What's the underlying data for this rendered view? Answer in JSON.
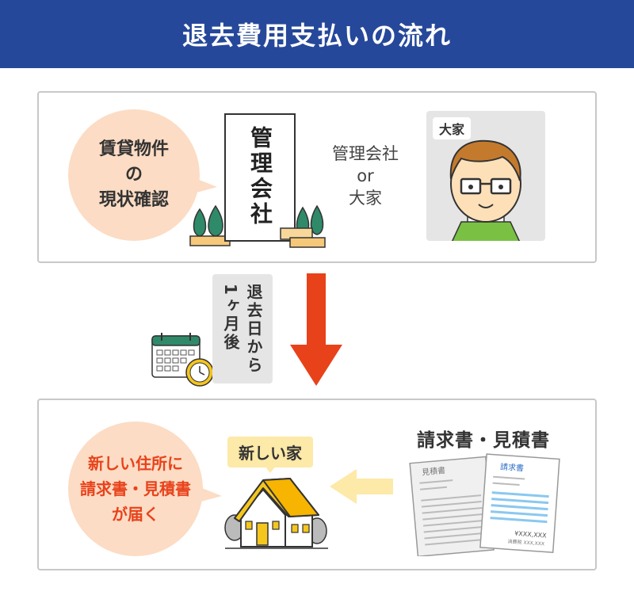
{
  "title": "退去費用支払いの流れ",
  "step1": {
    "bubble_lines": [
      "賃貸物件",
      "の",
      "現状確認"
    ],
    "sign_text": "管理会社",
    "party_lines": [
      "管理会社",
      "or",
      "大家"
    ],
    "landlord_label": "大家"
  },
  "timing": {
    "text": "退去日から1ヶ月後",
    "arrow_color": "#e8421b"
  },
  "step2": {
    "bubble_lines": [
      "新しい住所に",
      "請求書・見積書",
      "が届く"
    ],
    "new_home_label": "新しい家",
    "docs_label": "請求書・見積書",
    "doc1_title": "見積書",
    "doc2_title": "請求書",
    "doc2_amount": "¥XXX,XXX",
    "doc2_tax_label": "消費税",
    "doc2_tax_value": "XXX,XXX"
  },
  "colors": {
    "title_bg": "#26489a",
    "accent_red": "#e8421b",
    "bubble_bg": "#fcdcc4",
    "left_arrow": "#fde9a8"
  },
  "icons": [
    "tree-icon",
    "mailbox-icon",
    "landlord-face-icon",
    "calendar-clock-icon",
    "house-icon",
    "estimate-doc-icon",
    "invoice-doc-icon",
    "down-arrow-icon",
    "left-arrow-icon"
  ]
}
